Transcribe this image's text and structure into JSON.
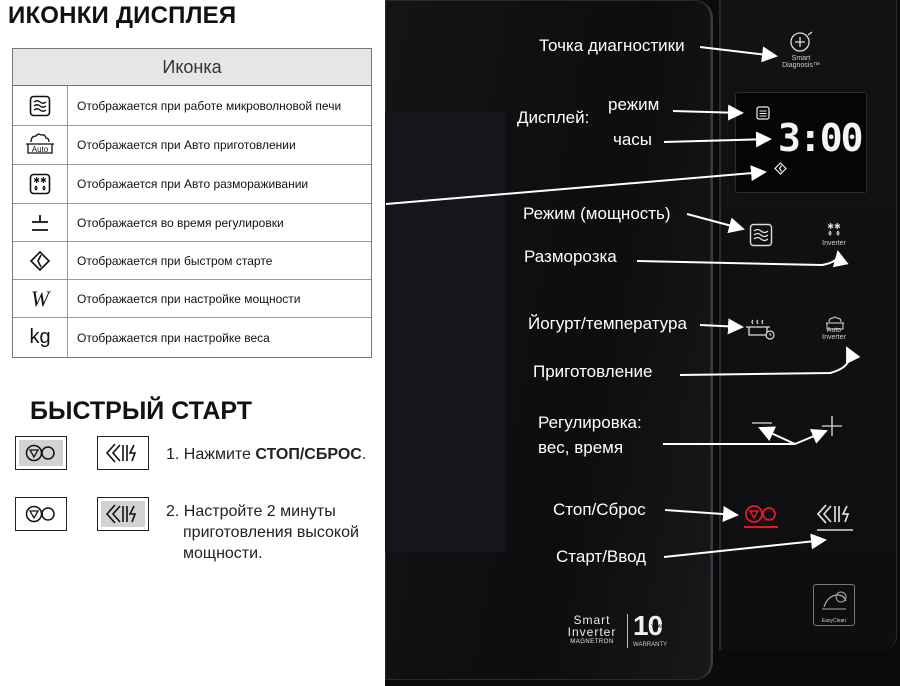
{
  "left": {
    "icons_heading": "ИКОНКИ ДИСПЛЕЯ",
    "table_header": "Иконка",
    "rows": [
      {
        "icon": "microwave-waves-icon",
        "text": "Отображается при работе микроволновой печи"
      },
      {
        "icon": "auto-cook-icon",
        "icon_text": "Auto",
        "text": "Отображается при Авто приготовлении"
      },
      {
        "icon": "auto-defrost-icon",
        "text": "Отображается при Авто размораживании"
      },
      {
        "icon": "plus-minus-icon",
        "text": "Отображается во время регулировки"
      },
      {
        "icon": "quick-start-icon",
        "text": "Отображается при быстром старте"
      },
      {
        "icon": "power-w-icon",
        "icon_text": "W",
        "text": "Отображается при настройке мощности"
      },
      {
        "icon": "weight-kg-icon",
        "icon_text": "kg",
        "text": "Отображается при настройке веса"
      }
    ],
    "quick_heading": "БЫСТРЫЙ СТАРТ",
    "step1_prefix": "1. Нажмите ",
    "step1_bold": "СТОП/СБРОС",
    "step1_suffix": ".",
    "step2_line1": "2. Настройте 2 минуты",
    "step2_line2": "приготовления высокой",
    "step2_line3": "мощности."
  },
  "oven": {
    "clock": "3:00",
    "labels": {
      "diagnostics": "Точка диагностики",
      "display": "Дисплей:",
      "mode": "режим",
      "clock": "часы",
      "power_mode": "Режим (мощность)",
      "defrost": "Разморозка",
      "yogurt": "Йогурт/температура",
      "cooking": "Приготовление",
      "adjust_line1": "Регулировка:",
      "adjust_line2": "вес, время",
      "stop": "Стоп/Сброс",
      "start": "Старт/Ввод"
    },
    "icon_texts": {
      "smart_diagnosis_1": "Smart",
      "smart_diagnosis_2": "Diagnosis™",
      "inverter_defrost": "Inverter",
      "auto_inverter_1": "Auto",
      "auto_inverter_2": "Inverter",
      "easyclean": "EasyClean"
    },
    "logo": {
      "smart": "Smart",
      "inverter": "Inverter",
      "magnetron": "MAGNETRON",
      "years": "10",
      "year_word": "YEAR",
      "warranty": "WARRANTY"
    }
  },
  "colors": {
    "stop_red": "#e8182a",
    "panel_black": "#0b0b0d",
    "table_header_bg": "#e6e6e6"
  }
}
